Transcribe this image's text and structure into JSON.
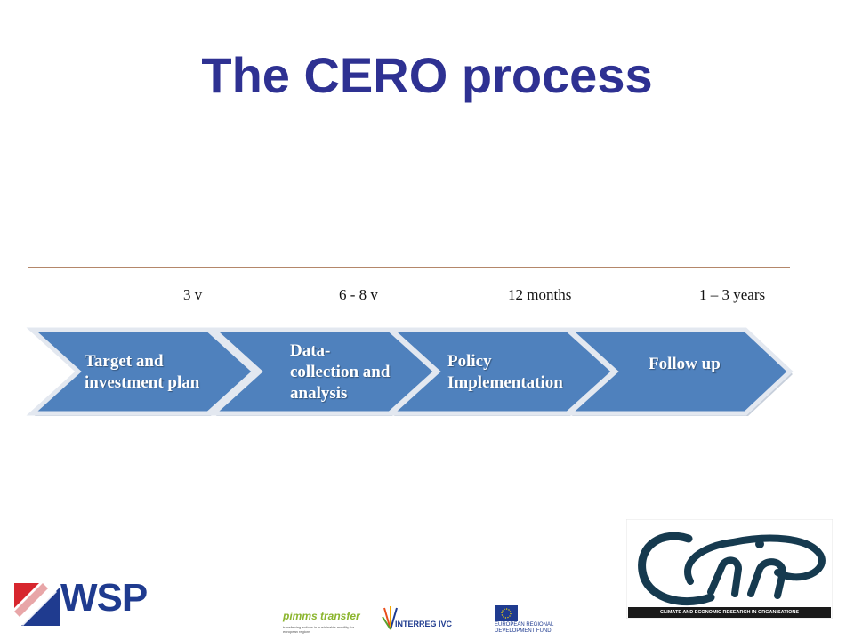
{
  "title": "The CERO process",
  "durations": [
    "3 v",
    "6 - 8 v",
    "12 months",
    "1 – 3 years"
  ],
  "steps": [
    {
      "label": "Target and\ninvestment plan"
    },
    {
      "label": "Data-\ncollection and\nanalysis"
    },
    {
      "label": "Policy\nImplementation"
    },
    {
      "label": "Follow up"
    }
  ],
  "colors": {
    "title": "#2e3192",
    "chevron_fill": "#4f81bd",
    "chevron_border": "#dfe5ee",
    "rule": "#b4876a"
  },
  "logos": {
    "wsp": "WSP",
    "pimms": "pimms transfer",
    "pimms_tagline": "transferring actions in sustainable mobility for european regions",
    "interreg": "INTERREG IVC",
    "eu_fund": "EUROPEAN REGIONAL\nDEVELOPMENT FUND",
    "cero_caption": "CLIMATE AND ECONOMIC RESEARCH IN ORGANISATIONS"
  }
}
